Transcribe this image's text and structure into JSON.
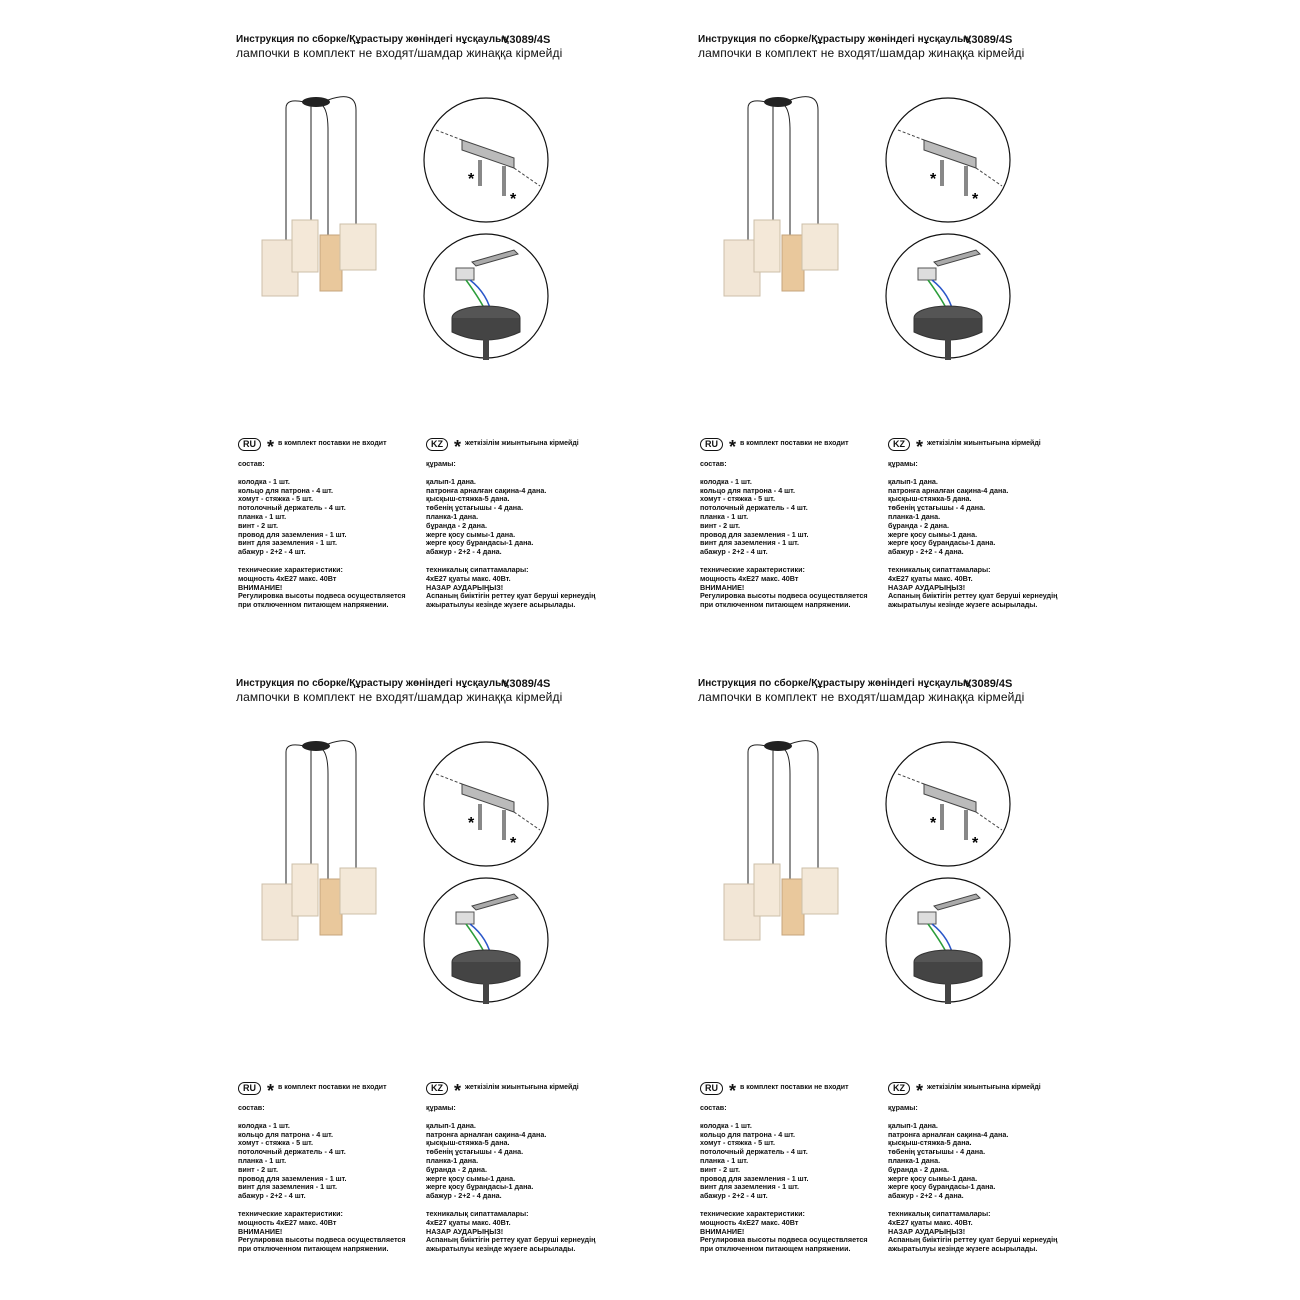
{
  "header": {
    "title": "Инструкция по сборке/Құрастыру жөніндегі нұсқаулық",
    "model": "V3089/4S",
    "subtitle": "лампочки в комплект не входят/шамдар жинаққа кірмейді"
  },
  "ru": {
    "badge": "RU",
    "star": "*",
    "note": "в комплект поставки не входит",
    "composition_title": "состав:",
    "items": [
      "колодка - 1 шт.",
      "кольцо для патрона - 4 шт.",
      "хомут - стяжка - 5 шт.",
      "потолочный держатель - 4 шт.",
      "планка - 1 шт.",
      "винт - 2 шт.",
      "провод для заземления - 1 шт.",
      "винт для заземления - 1 шт.",
      "абажур - 2+2 - 4 шт."
    ],
    "specs_title": "технические характеристики:",
    "power": "мощность 4хЕ27 макс. 40Вт",
    "warning_title": "ВНИМАНИЕ!",
    "warning_lines": [
      "Регулировка высоты подвеса осуществляется",
      "при отключенном питающем напряжении."
    ]
  },
  "kz": {
    "badge": "KZ",
    "star": "*",
    "note": "жеткізілім жиынтығына кірмейді",
    "composition_title": "құрамы:",
    "items": [
      "қалып-1 дана.",
      "патронға арналған сақина-4 дана.",
      "қысқыш-стяжка-5 дана.",
      "төбенің ұстағышы - 4 дана.",
      "планка-1 дана.",
      "бұранда - 2 дана.",
      "жерге қосу сымы-1 дана.",
      "жерге қосу бұрандасы-1 дана.",
      "абажур - 2+2 - 4 дана."
    ],
    "specs_title": "техникалық сипаттамалары:",
    "power": "4хЕ27 қуаты макс. 40Вт.",
    "warning_title": "НАЗАР АУДАРЫҢЫЗ!",
    "warning_lines": [
      "Аспаның биіктігін реттеу қуат беруші кернеудің",
      "ажыратылуы кезінде жүзеге асырылады."
    ]
  }
}
